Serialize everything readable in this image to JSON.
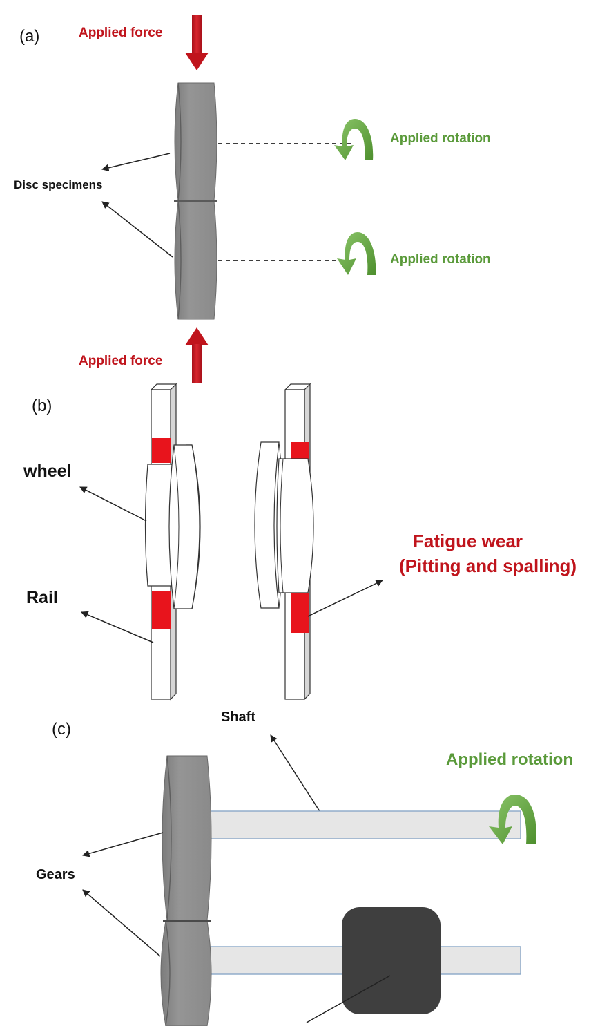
{
  "colors": {
    "force": "#c0141c",
    "rotation": "#5a9a3a",
    "specimen": "#8c8c8c",
    "wear_region": "#e8141c",
    "load_block": "#3f3f3f",
    "shaft": "#e6e6e6"
  },
  "panel_a": {
    "label": "(a)",
    "force_top_label": "Applied force",
    "force_bottom_label": "Applied force",
    "rotation_top_label": "Applied rotation",
    "rotation_bottom_label": "Applied rotation",
    "specimen_label": "Disc specimens"
  },
  "panel_b": {
    "label": "(b)",
    "wheel_label": "wheel",
    "rail_label": "Rail",
    "wear_label_line1": "Fatigue wear",
    "wear_label_line2": "(Pitting and spalling)"
  },
  "panel_c": {
    "label": "(c)",
    "shaft_label": "Shaft",
    "rotation_label": "Applied rotation",
    "gears_label": "Gears"
  },
  "icons": [
    "down-arrow-icon",
    "up-arrow-icon",
    "curved-rotation-arrow-icon",
    "leader-arrow-icon"
  ]
}
